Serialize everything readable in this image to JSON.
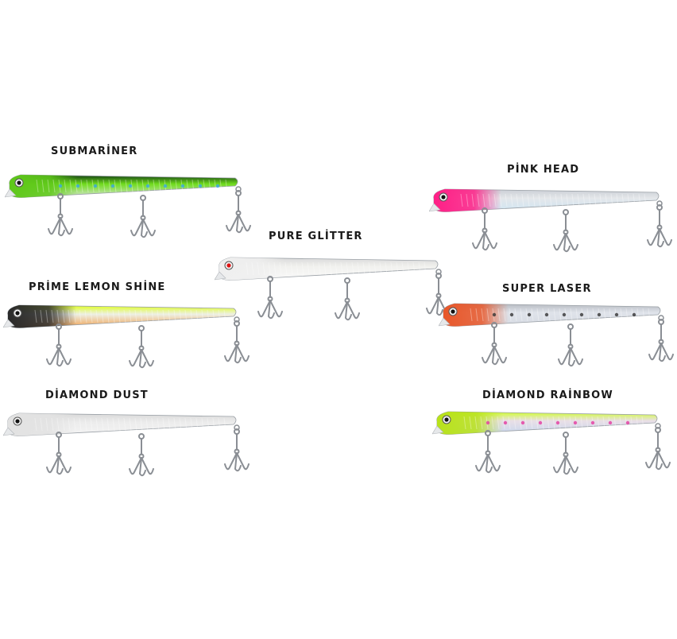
{
  "lures": [
    {
      "id": "submariner",
      "name": "SUBMARİNER",
      "back_color": "#0f3a12",
      "body_color": "#6fdb1c",
      "belly_color": "#d7e6d2",
      "head_color": "#5fc81a",
      "spot_color": "#3aa6e6"
    },
    {
      "id": "pink-head",
      "name": "PİNK HEAD",
      "back_color": "#c9cdd4",
      "body_color": "#e4e7ea",
      "belly_color": "#cfe5f3",
      "head_color": "#ff1f86",
      "spot_color": ""
    },
    {
      "id": "pure-glitter",
      "name": "PURE GLİTTER",
      "back_color": "#d9d9d9",
      "body_color": "#f1f1ee",
      "belly_color": "#fafafa",
      "head_color": "#efefef",
      "spot_color": ""
    },
    {
      "id": "prime-lemon-shine",
      "name": "PRİME LEMON SHİNE",
      "back_color": "#dfff1a",
      "body_color": "#edf0e4",
      "belly_color": "#f0a050",
      "head_color": "#2a2a2a",
      "spot_color": ""
    },
    {
      "id": "super-laser",
      "name": "SUPER LASER",
      "back_color": "#b5b9c0",
      "body_color": "#dfe3ea",
      "belly_color": "#d6dae2",
      "head_color": "#e8572a",
      "spot_color": "#333333"
    },
    {
      "id": "diamond-dust",
      "name": "DİAMOND DUST",
      "back_color": "#d8d8d8",
      "body_color": "#ececec",
      "belly_color": "#f4f4f4",
      "head_color": "#e2e2e2",
      "spot_color": ""
    },
    {
      "id": "diamond-rainbow",
      "name": "DİAMOND RAİNBOW",
      "back_color": "#cfff2a",
      "body_color": "#e9dfe6",
      "belly_color": "#c7d7ee",
      "head_color": "#b8e21a",
      "spot_color": "#e43aa0"
    }
  ]
}
